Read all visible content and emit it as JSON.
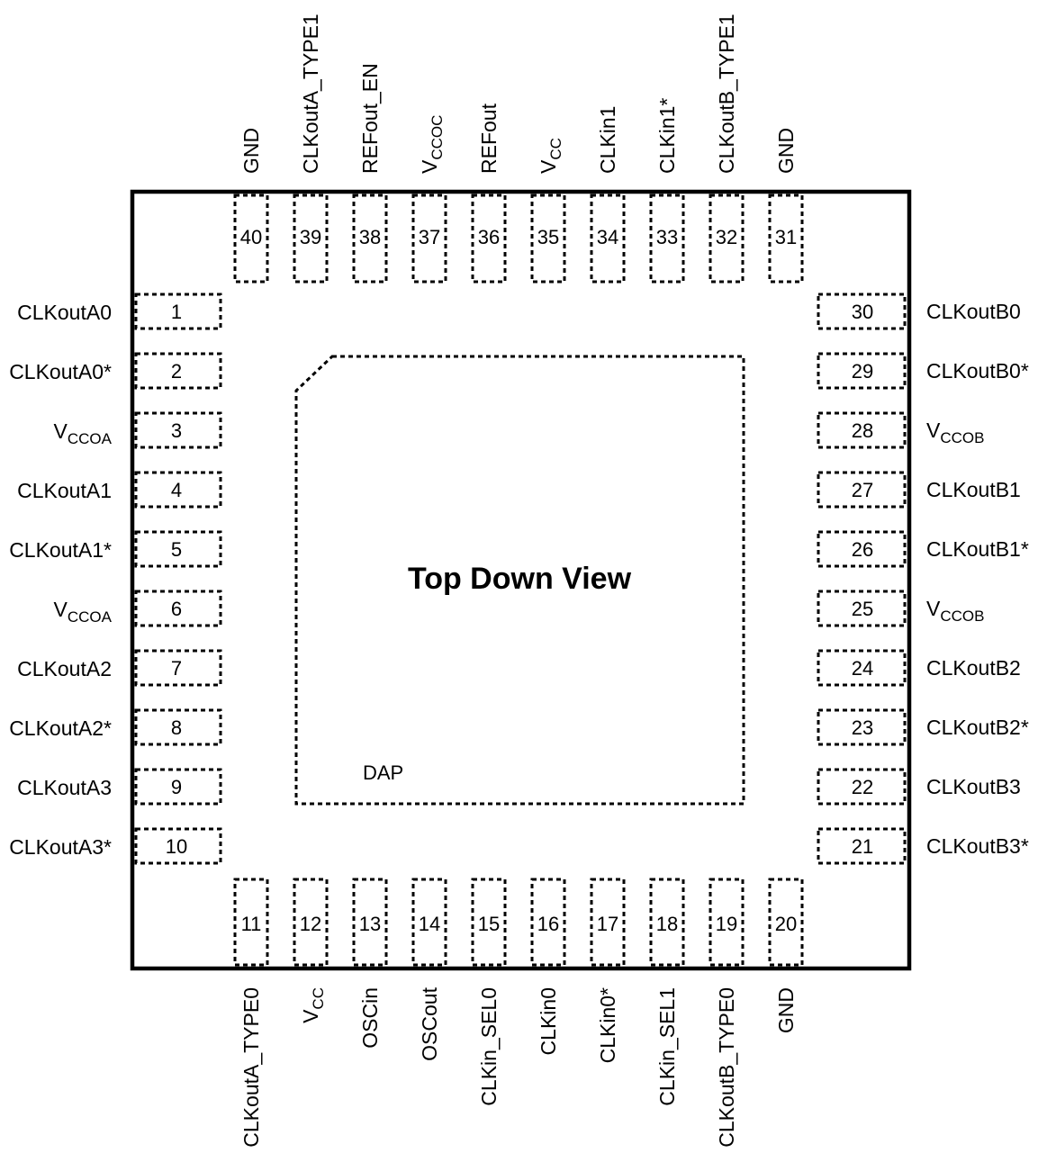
{
  "title": "Top Down View",
  "dap_label": "DAP",
  "pins": [
    {
      "num": "1",
      "name": "CLKoutA0"
    },
    {
      "num": "2",
      "name": "CLKoutA0*"
    },
    {
      "num": "3",
      "name": "V",
      "sub": "CCOA"
    },
    {
      "num": "4",
      "name": "CLKoutA1"
    },
    {
      "num": "5",
      "name": "CLKoutA1*"
    },
    {
      "num": "6",
      "name": "V",
      "sub": "CCOA"
    },
    {
      "num": "7",
      "name": "CLKoutA2"
    },
    {
      "num": "8",
      "name": "CLKoutA2*"
    },
    {
      "num": "9",
      "name": "CLKoutA3"
    },
    {
      "num": "10",
      "name": "CLKoutA3*"
    },
    {
      "num": "11",
      "name": "CLKoutA_TYPE0"
    },
    {
      "num": "12",
      "name": "V",
      "sub": "CC"
    },
    {
      "num": "13",
      "name": "OSCin"
    },
    {
      "num": "14",
      "name": "OSCout"
    },
    {
      "num": "15",
      "name": "CLKin_SEL0"
    },
    {
      "num": "16",
      "name": "CLKin0"
    },
    {
      "num": "17",
      "name": "CLKin0*"
    },
    {
      "num": "18",
      "name": "CLKin_SEL1"
    },
    {
      "num": "19",
      "name": "CLKoutB_TYPE0"
    },
    {
      "num": "20",
      "name": "GND"
    },
    {
      "num": "21",
      "name": "CLKoutB3*"
    },
    {
      "num": "22",
      "name": "CLKoutB3"
    },
    {
      "num": "23",
      "name": "CLKoutB2*"
    },
    {
      "num": "24",
      "name": "CLKoutB2"
    },
    {
      "num": "25",
      "name": "V",
      "sub": "CCOB"
    },
    {
      "num": "26",
      "name": "CLKoutB1*"
    },
    {
      "num": "27",
      "name": "CLKoutB1"
    },
    {
      "num": "28",
      "name": "V",
      "sub": "CCOB"
    },
    {
      "num": "29",
      "name": "CLKoutB0*"
    },
    {
      "num": "30",
      "name": "CLKoutB0"
    },
    {
      "num": "31",
      "name": "GND"
    },
    {
      "num": "32",
      "name": "CLKoutB_TYPE1"
    },
    {
      "num": "33",
      "name": "CLKin1*"
    },
    {
      "num": "34",
      "name": "CLKin1"
    },
    {
      "num": "35",
      "name": "V",
      "sub": "CC"
    },
    {
      "num": "36",
      "name": "REFout"
    },
    {
      "num": "37",
      "name": "V",
      "sub": "CCOC"
    },
    {
      "num": "38",
      "name": "REFout_EN"
    },
    {
      "num": "39",
      "name": "CLKoutA_TYPE1"
    },
    {
      "num": "40",
      "name": "GND"
    }
  ]
}
